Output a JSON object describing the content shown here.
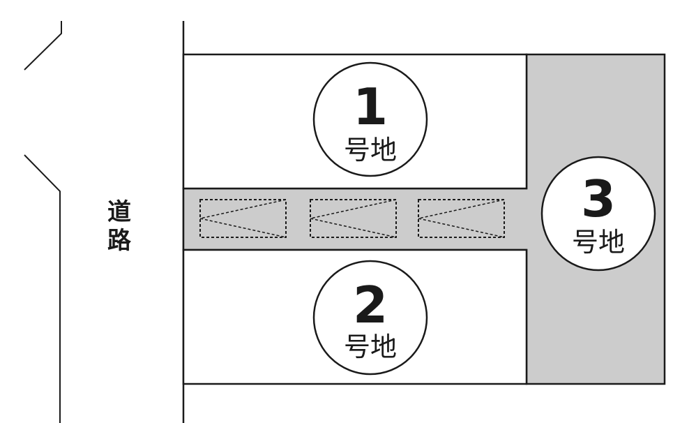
{
  "road": {
    "label_top": "道",
    "label_bottom": "路"
  },
  "lots": [
    {
      "number": "1",
      "kind": "号地"
    },
    {
      "number": "2",
      "kind": "号地"
    },
    {
      "number": "3",
      "kind": "号地"
    }
  ],
  "parking_spaces": 3,
  "colors": {
    "shared_area": "#cccccc",
    "line": "#1a1a1a",
    "background": "#ffffff"
  }
}
